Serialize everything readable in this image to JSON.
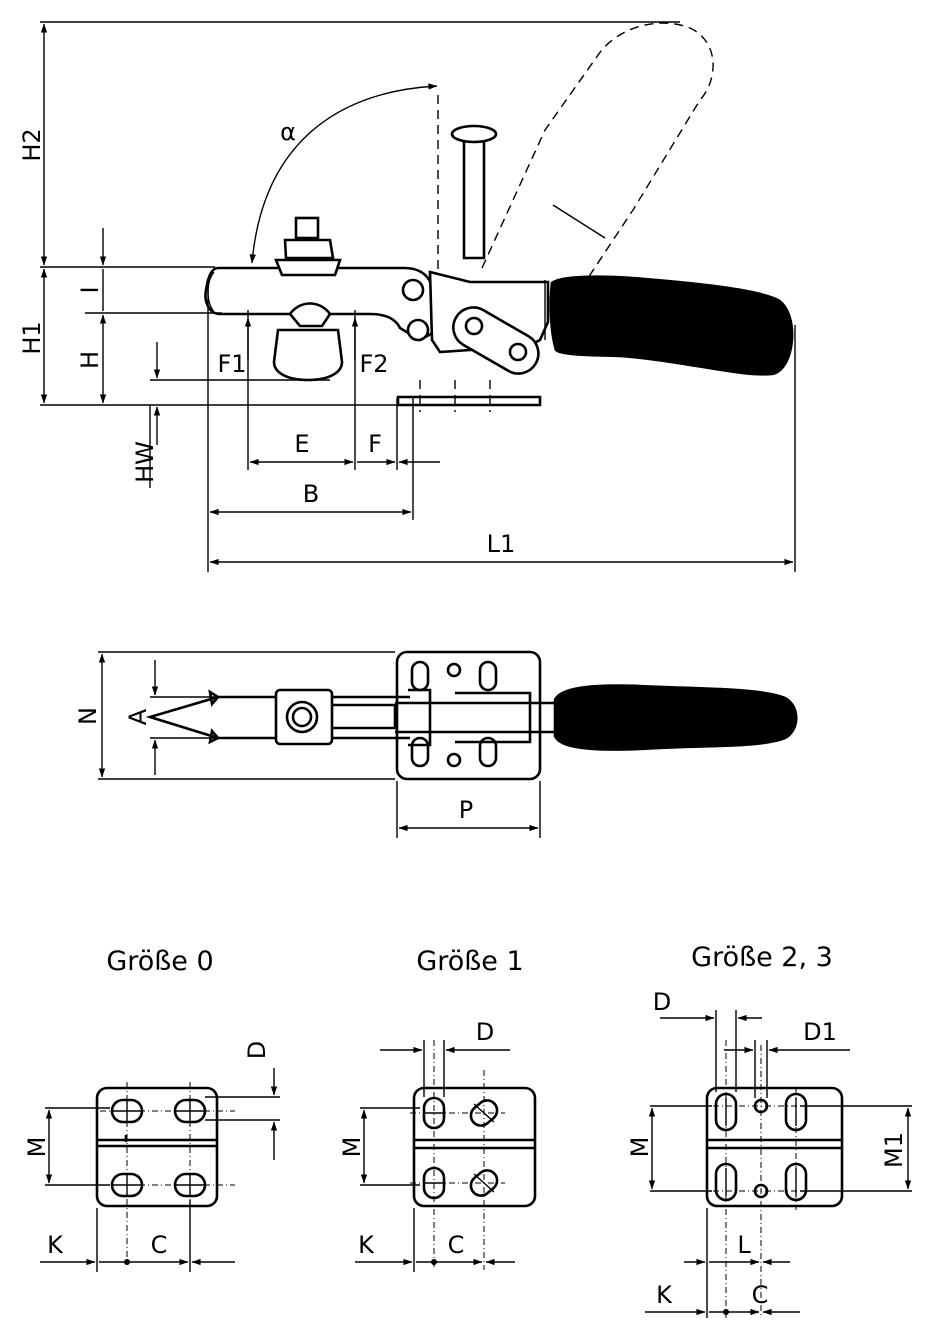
{
  "side_view": {
    "H2": "H2",
    "H1": "H1",
    "I": "I",
    "H": "H",
    "HW": "HW",
    "alpha": "α",
    "F1": "F1",
    "F2": "F2",
    "E": "E",
    "F": "F",
    "B": "B",
    "L1": "L1"
  },
  "top_view": {
    "N": "N",
    "A": "A",
    "P": "P"
  },
  "sizes": [
    {
      "title": "Größe 0",
      "D": "D",
      "M": "M",
      "K": "K",
      "C": "C"
    },
    {
      "title": "Größe 1",
      "D": "D",
      "M": "M",
      "K": "K",
      "C": "C"
    },
    {
      "title": "Größe 2, 3",
      "D": "D",
      "D1": "D1",
      "M": "M",
      "M1": "M1",
      "L": "L",
      "K": "K",
      "C": "C"
    }
  ]
}
